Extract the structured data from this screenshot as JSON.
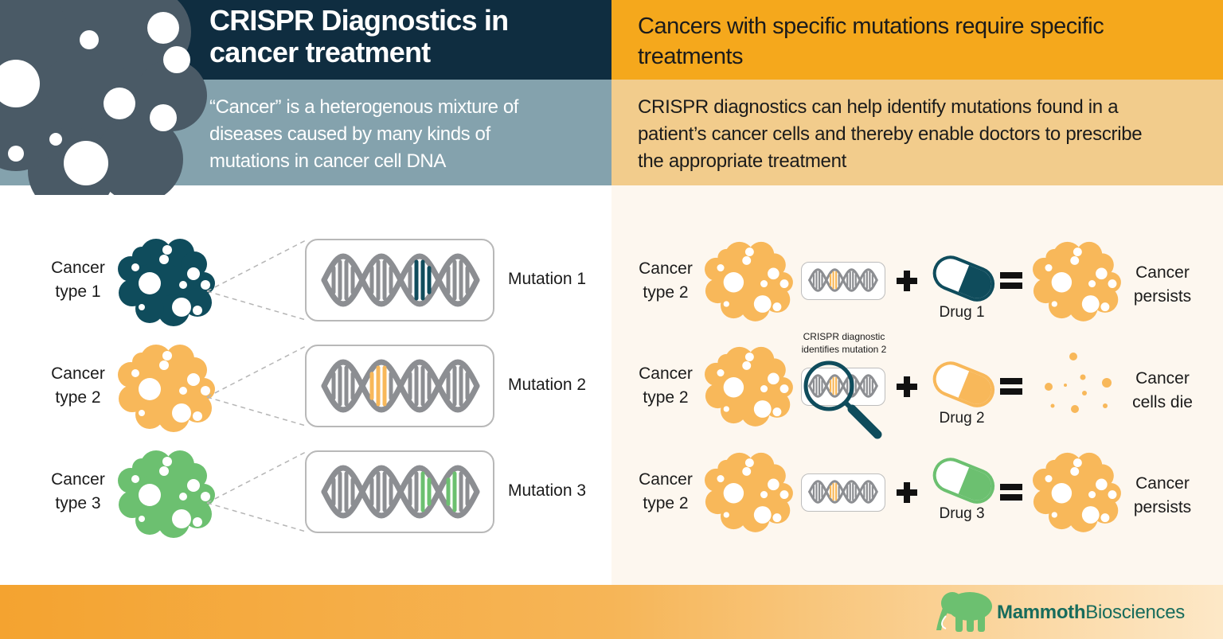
{
  "header": {
    "title_line1": "CRISPR Diagnostics in",
    "title_line2": "cancer treatment",
    "left_sub_line1": "“Cancer” is a heterogenous mixture of",
    "left_sub_line2": "diseases caused by many kinds of",
    "left_sub_line3": "mutations in cancer cell DNA",
    "right_title_line1": "Cancers with specific mutations require specific",
    "right_title_line2": "treatments",
    "right_sub_line1": "CRISPR diagnostics can help identify mutations found in a",
    "right_sub_line2": "patient’s cancer cells and thereby enable doctors to prescribe",
    "right_sub_line3": "the appropriate treatment"
  },
  "left_rows": [
    {
      "label_line1": "Cancer",
      "label_line2": "type 1",
      "mutation": "Mutation 1",
      "color": "#0f4c5c"
    },
    {
      "label_line1": "Cancer",
      "label_line2": "type 2",
      "mutation": "Mutation 2",
      "color": "#f8b85a"
    },
    {
      "label_line1": "Cancer",
      "label_line2": "type 3",
      "mutation": "Mutation 3",
      "color": "#6cc070"
    }
  ],
  "right_rows": [
    {
      "label_line1": "Cancer",
      "label_line2": "type 2",
      "drug": "Drug 1",
      "drug_color": "#0f4c5c",
      "result_line1": "Cancer",
      "result_line2": "persists"
    },
    {
      "label_line1": "Cancer",
      "label_line2": "type 2",
      "drug": "Drug 2",
      "drug_color": "#f8b85a",
      "result_line1": "Cancer",
      "result_line2": "cells die"
    },
    {
      "label_line1": "Cancer",
      "label_line2": "type 2",
      "drug": "Drug 3",
      "drug_color": "#6cc070",
      "result_line1": "Cancer",
      "result_line2": "persists"
    }
  ],
  "note": {
    "line1": "CRISPR diagnostic",
    "line2": "identifies mutation 2"
  },
  "footer": {
    "brand_bold": "Mammoth",
    "brand_regular": "Biosciences"
  },
  "colors": {
    "navy": "#0f2d40",
    "slate": "#84a2ad",
    "orange": "#f5a81c",
    "peach": "#f2cc8c",
    "dna_gray": "#8c8e92",
    "brand_green": "#6cc070",
    "brand_text": "#176c5c"
  },
  "icons": [
    "virus-cell-icon",
    "dna-icon",
    "capsule-icon",
    "plus-icon",
    "equals-icon",
    "magnifier-icon",
    "mammoth-logo-icon"
  ]
}
